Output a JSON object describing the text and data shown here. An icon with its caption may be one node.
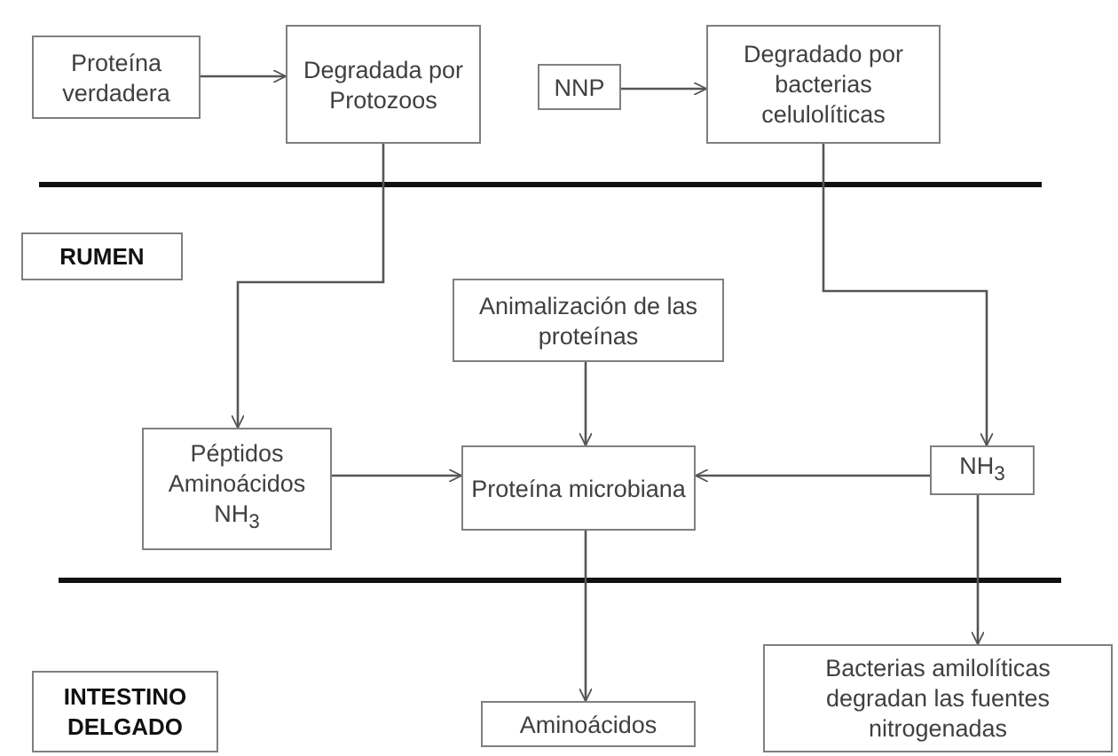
{
  "diagram": {
    "nodes": [
      {
        "text": [
          "Proteína verdadera"
        ]
      },
      {
        "text": [
          "Degradada por Protozoos"
        ]
      },
      {
        "text": [
          "NNP"
        ]
      },
      {
        "text": [
          "Degradado por bacterias celulolíticas"
        ]
      },
      {
        "text": [
          "RUMEN"
        ]
      },
      {
        "text": [
          "Animalización de las proteínas"
        ]
      },
      {
        "text": [
          "Péptidos Aminoácidos NH$_{3}$"
        ]
      },
      {
        "text": [
          "Proteína microbiana"
        ]
      },
      {
        "text": [
          "NH$_{3}$"
        ]
      },
      {
        "text": [
          "INTESTINO DELGADO"
        ]
      },
      {
        "text": [
          "Aminoácidos"
        ]
      },
      {
        "text": [
          "Bacterias amilolíticas degradan las fuentes nitrogenadas"
        ]
      }
    ],
    "edges": [
      {
        "from": 0,
        "to": 1,
        "arrow": "to"
      },
      {
        "from": 2,
        "to": 3,
        "arrow": "to"
      },
      {
        "from": 1,
        "to": 6,
        "arrow": "to"
      },
      {
        "from": 3,
        "to": 8,
        "arrow": "to"
      },
      {
        "from": 5,
        "to": 7,
        "arrow": "to"
      },
      {
        "from": 6,
        "to": 7,
        "arrow": "to"
      },
      {
        "from": 8,
        "to": 7,
        "arrow": "to"
      },
      {
        "from": 7,
        "to": 10,
        "arrow": "to"
      },
      {
        "from": 8,
        "to": 11,
        "arrow": "to"
      }
    ]
  }
}
